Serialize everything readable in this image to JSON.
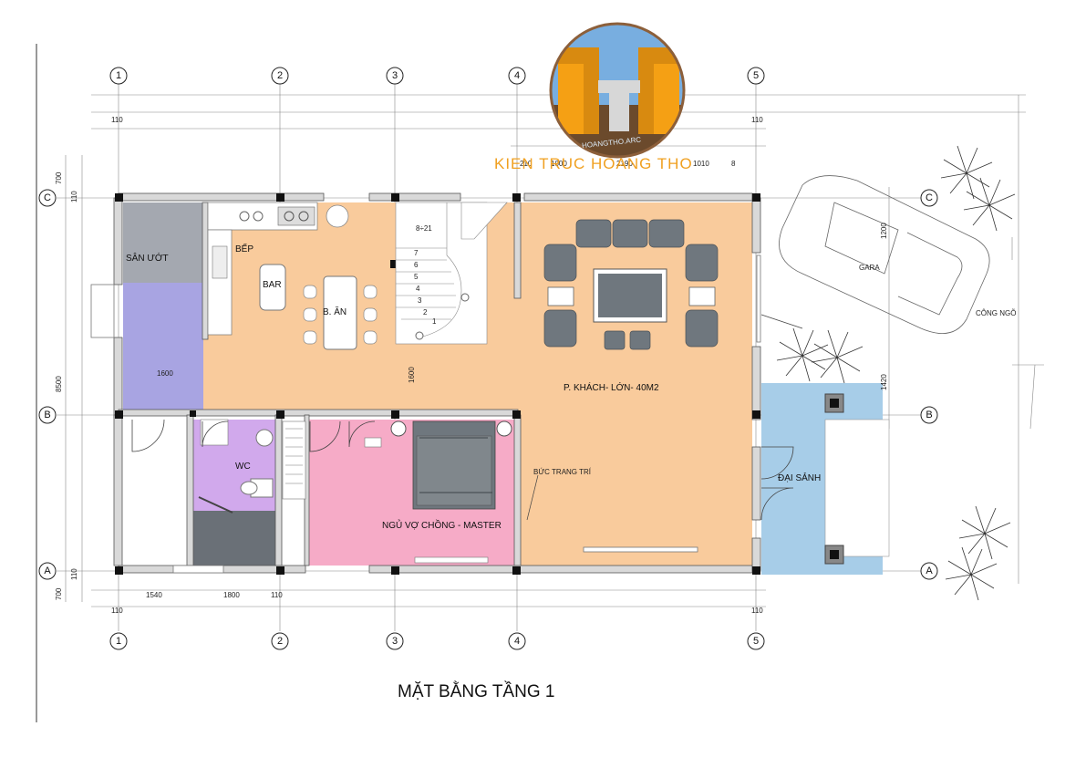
{
  "logo": {
    "text": "HOANGTHO.ARC",
    "brand": "KIEN TRUC HOANG THO",
    "colors": {
      "sky": "#78aee0",
      "orange": "#f5a014",
      "ground": "#6b4a2c",
      "rim": "#8c5f3a"
    }
  },
  "title": "MẶT BẰNG TẦNG 1",
  "axes": {
    "columns": [
      "1",
      "2",
      "3",
      "4",
      "5"
    ],
    "rows": [
      "C",
      "B",
      "A"
    ]
  },
  "rooms": {
    "san_uot": "SÂN ƯỚT",
    "bep": "BẾP",
    "bar": "BAR",
    "b_an": "B. ĂN",
    "phong_khach": "P. KHÁCH- LỚN- 40M2",
    "wc": "WC",
    "master": "NGỦ VỢ CHỒNG - MASTER",
    "buc_trang_tri": "BỨC TRANG TRÍ",
    "dai_sanh": "ĐẠI SẢNH",
    "gara": "GARA",
    "cong_ngo": "CÔNG NGÕ"
  },
  "stairs": {
    "label": "8÷21",
    "steps": [
      "7",
      "6",
      "5",
      "4",
      "3",
      "2",
      "1"
    ]
  },
  "dims": {
    "top_110_left": "110",
    "top_110_right": "110",
    "top_210": "210",
    "top_1000": "1000",
    "top_2190": "2190",
    "top_1010": "1010",
    "top_8": "8",
    "left_700_top": "700",
    "left_110_top": "110",
    "left_8500": "8500",
    "left_110_bottom": "110",
    "left_700_bottom": "700",
    "bottom_1540": "1540",
    "bottom_1800": "1800",
    "bottom_110": "110",
    "bottom_110_left": "110",
    "bottom_110_right": "110",
    "right_1200": "1200",
    "right_1420": "1420",
    "inner_1600_a": "1600",
    "inner_1600_b": "1600"
  },
  "colors": {
    "living": "#f9cb9c",
    "wet": "#a4a8b0",
    "lavender": "#a8a4e2",
    "wc": "#d1a9ec",
    "master": "#f6abc7",
    "lobby": "#a7cde8",
    "furniture": "#6f777e",
    "wall": "#b9b9b9"
  }
}
